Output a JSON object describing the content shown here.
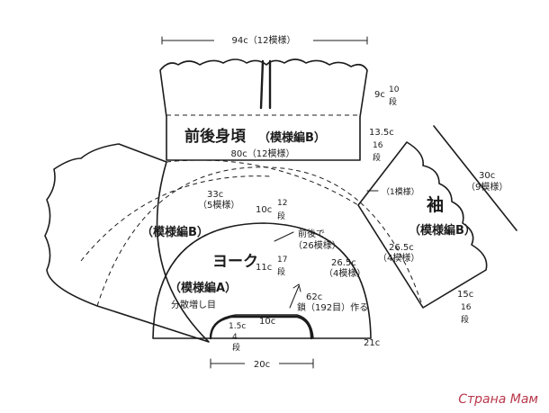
{
  "colors": {
    "line": "#1c1c1c",
    "watermark": "#b8364a"
  },
  "labels": {
    "top_width": "94c（12模様）",
    "body_title": "前後身頃",
    "body_pattern": "（模様編B）",
    "body_hem": "80c（12模様）",
    "yoke_height": "9c",
    "yoke_height_rows": "10",
    "yoke_height_unit": "段",
    "body_side_height": "13.5c",
    "body_side_rows": "16",
    "body_side_unit": "段",
    "sleeve_top": "30c",
    "sleeve_top_pattern": "（9模様）",
    "one_pattern": "（1模様）",
    "sleeve_title": "袖",
    "sleeve_pattern": "（模様編B）",
    "sleeve_len_1": "26.5c",
    "sleeve_len_1_pattern": "（4模様）",
    "sleeve_len_2": "26.5c",
    "sleeve_len_2_pattern": "（4模様）",
    "sleeve_end": "15c",
    "sleeve_end_rows": "16",
    "sleeve_end_unit": "段",
    "yoke_arc": "33c",
    "yoke_arc_pattern": "（5模様）",
    "depth_1": "10c",
    "depth_1_rows": "12",
    "depth_1_unit": "段",
    "pattern_b": "（模様編B）",
    "front_back_note_1": "前後で",
    "front_back_note_2": "（26模様）",
    "yoke_title": "ヨーク",
    "depth_2": "11c",
    "depth_2_rows": "17",
    "depth_2_unit": "段",
    "pattern_a": "（模様編A）",
    "increase_note": "分散増し目",
    "neck_label": "62c",
    "neck_pickup": "鎖（192目）作る",
    "rib_height": "1.5c",
    "rib_rows": "4",
    "rib_unit": "段",
    "depth_3": "10c",
    "bottom_arm": "21c",
    "neck_width": "20c",
    "watermark": "Страна Мам"
  }
}
